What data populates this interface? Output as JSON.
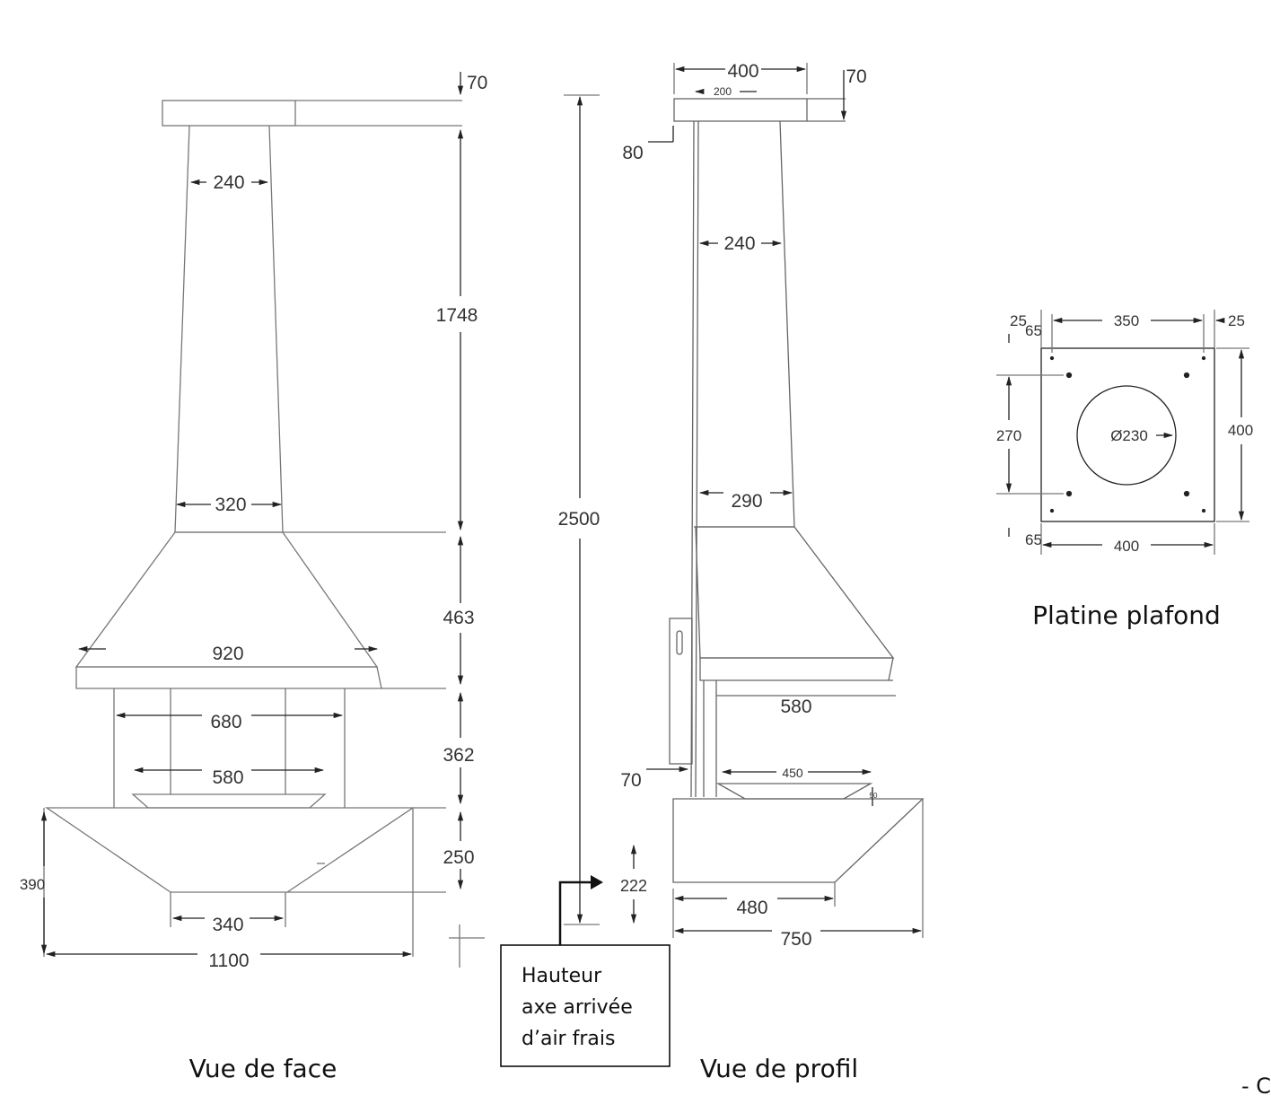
{
  "front_view": {
    "caption": "Vue de face",
    "dims": {
      "top_plate_h": "70",
      "chimney_top_w": "240",
      "chimney_h": "1748",
      "chimney_bottom_w": "320",
      "hood_h": "463",
      "hood_w": "920",
      "glass_w": "680",
      "firebox_h": "362",
      "grate_w": "580",
      "base_h": "250",
      "total_base_h": "390",
      "base_bottom_w": "340",
      "base_top_w": "1100"
    }
  },
  "total_height": "2500",
  "profile_view": {
    "caption": "Vue de profil",
    "dims": {
      "top_plate_w": "400",
      "top_plate_h": "70",
      "collar_w": "200",
      "offset_back": "80",
      "chimney_top_d": "240",
      "chimney_bottom_d": "290",
      "hood_d": "580",
      "back_gap": "70",
      "grate_d": "450",
      "grate_h": "50",
      "air_inlet_h": "222",
      "base_bottom_d": "480",
      "base_top_d": "750"
    }
  },
  "air_note": {
    "line1": "Hauteur",
    "line2": "axe arrivée",
    "line3": "d’air frais"
  },
  "ceiling_plate": {
    "caption": "Platine plafond",
    "dims": {
      "margin_left": "25",
      "margin_right": "25",
      "hole_inset_top": "65",
      "hole_inset_bottom": "65",
      "inner_w": "350",
      "hole_spacing": "270",
      "diameter": "Ø230",
      "height": "400",
      "width": "400"
    }
  },
  "corner_text": "- C"
}
